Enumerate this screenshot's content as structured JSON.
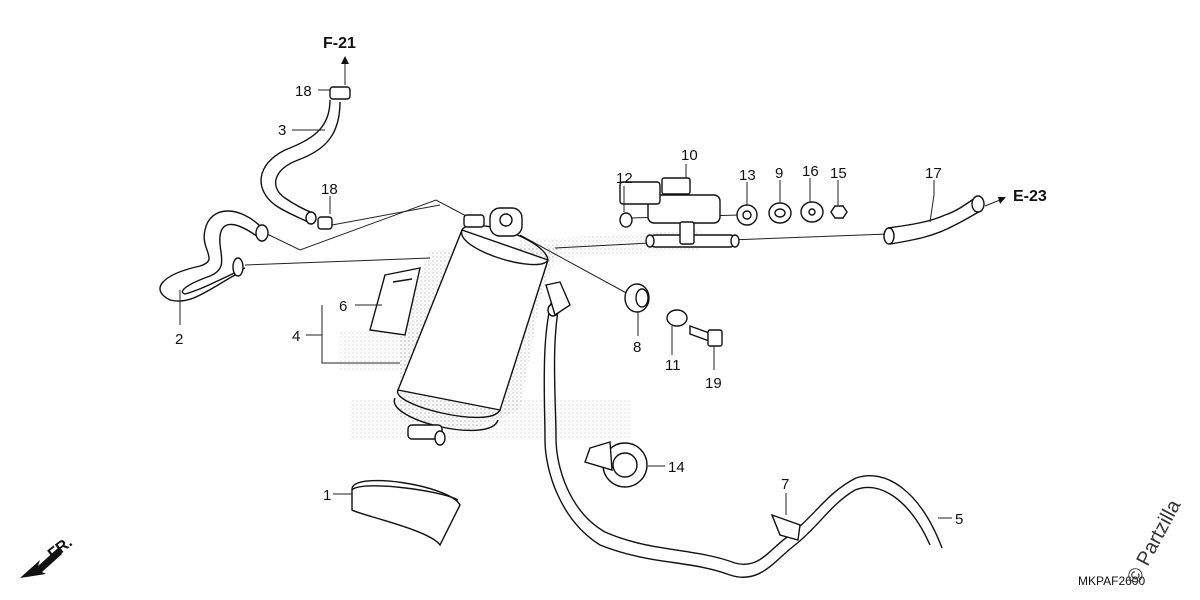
{
  "diagram": {
    "references": {
      "top": "F-21",
      "right": "E-23",
      "front": "FR."
    },
    "callouts": [
      "1",
      "2",
      "3",
      "4",
      "5",
      "6",
      "7",
      "8",
      "9",
      "10",
      "11",
      "12",
      "13",
      "14",
      "15",
      "16",
      "17",
      "18",
      "18",
      "19"
    ],
    "code": "MKPAF2600",
    "watermark": "© Partzilla"
  }
}
